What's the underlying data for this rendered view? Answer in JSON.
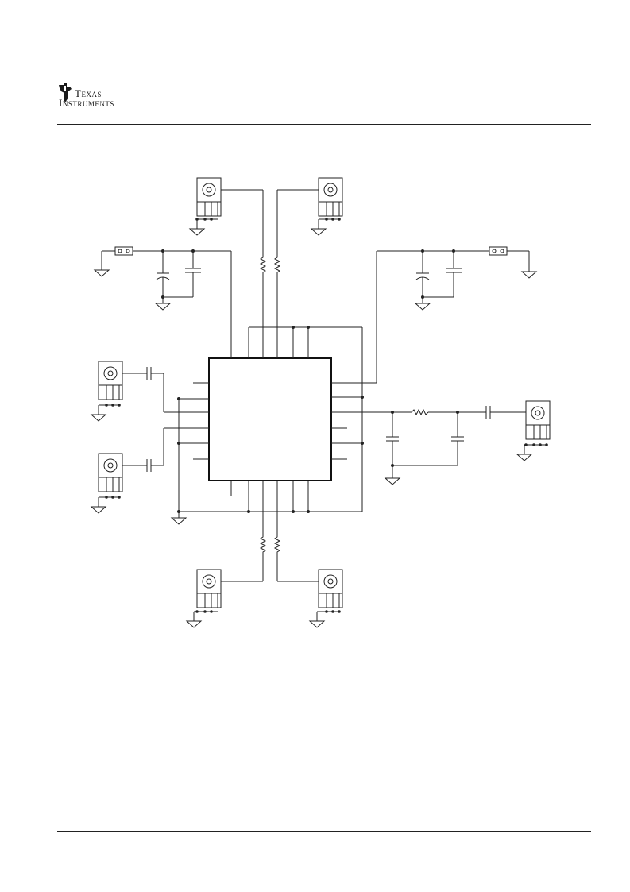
{
  "header": {
    "brand_line1": "Texas",
    "brand_line2": "Instruments",
    "logo_icon": "ti-logo-icon"
  },
  "colors": {
    "ink": "#222222",
    "background": "#ffffff"
  },
  "diagram": {
    "type": "circuit-schematic",
    "components": [
      "ic-package",
      "connector",
      "resistor",
      "capacitor",
      "polarized-capacitor",
      "ground",
      "jumper"
    ]
  }
}
